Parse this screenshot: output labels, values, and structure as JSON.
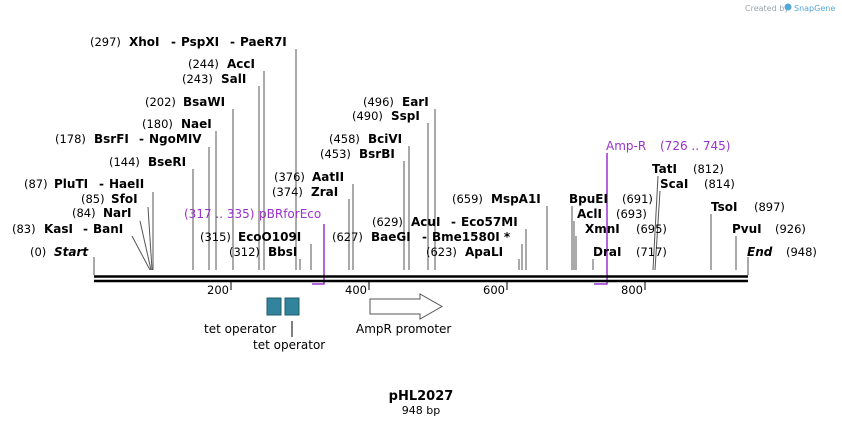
{
  "plasmid": {
    "name": "pHL2027",
    "size": "948 bp"
  },
  "credit": {
    "prefix": "Created by",
    "brand": "SnapGene"
  },
  "sites": [
    {
      "pos": "(297)",
      "name": "XhoI"
    },
    {
      "pos": "",
      "name": "PspXI"
    },
    {
      "pos": "",
      "name": "PaeR7I"
    },
    {
      "pos": "(244)",
      "name": "AccI"
    },
    {
      "pos": "(243)",
      "name": "SalI"
    },
    {
      "pos": "(202)",
      "name": "BsaWI"
    },
    {
      "pos": "(180)",
      "name": "NaeI"
    },
    {
      "pos": "(178)",
      "name": "BsrFI"
    },
    {
      "pos": "",
      "name": "NgoMIV"
    },
    {
      "pos": "(144)",
      "name": "BseRI"
    },
    {
      "pos": "(87)",
      "name": "PluTI"
    },
    {
      "pos": "",
      "name": "HaeII"
    },
    {
      "pos": "(85)",
      "name": "SfoI"
    },
    {
      "pos": "(84)",
      "name": "NarI"
    },
    {
      "pos": "(83)",
      "name": "KasI"
    },
    {
      "pos": "",
      "name": "BanI"
    },
    {
      "pos": "(0)",
      "name": "Start"
    },
    {
      "pos": "(315)",
      "name": "EcoO109I"
    },
    {
      "pos": "(312)",
      "name": "BbsI"
    },
    {
      "pos": "(376)",
      "name": "AatII"
    },
    {
      "pos": "(374)",
      "name": "ZraI"
    },
    {
      "pos": "(496)",
      "name": "EarI"
    },
    {
      "pos": "(490)",
      "name": "SspI"
    },
    {
      "pos": "(458)",
      "name": "BciVI"
    },
    {
      "pos": "(453)",
      "name": "BsrBI"
    },
    {
      "pos": "(629)",
      "name": "AcuI"
    },
    {
      "pos": "",
      "name": "Eco57MI"
    },
    {
      "pos": "(627)",
      "name": "BaeGI"
    },
    {
      "pos": "",
      "name": "Bme1580I *"
    },
    {
      "pos": "(623)",
      "name": "ApaLI"
    },
    {
      "pos": "(659)",
      "name": "MspA1I"
    },
    {
      "pos": "",
      "name": "BpuEI"
    },
    {
      "pos": "(691)",
      "name": ""
    },
    {
      "pos": "",
      "name": "AclI"
    },
    {
      "pos": "(693)",
      "name": ""
    },
    {
      "pos": "",
      "name": "XmnI"
    },
    {
      "pos": "(695)",
      "name": ""
    },
    {
      "pos": "",
      "name": "DraI"
    },
    {
      "pos": "(717)",
      "name": ""
    },
    {
      "pos": "",
      "name": "TatI"
    },
    {
      "pos": "(812)",
      "name": ""
    },
    {
      "pos": "",
      "name": "ScaI"
    },
    {
      "pos": "(814)",
      "name": ""
    },
    {
      "pos": "",
      "name": "TsoI"
    },
    {
      "pos": "(897)",
      "name": ""
    },
    {
      "pos": "",
      "name": "PvuI"
    },
    {
      "pos": "(926)",
      "name": ""
    },
    {
      "pos": "",
      "name": "End"
    },
    {
      "pos": "(948)",
      "name": ""
    }
  ],
  "primers": [
    {
      "range": "(317 .. 335)",
      "name": "pBRforEco",
      "color": "#9a32cd"
    },
    {
      "range": "(726 .. 745)",
      "name": "Amp-R",
      "color": "#9a32cd"
    }
  ],
  "ruler": [
    "200",
    "400",
    "600",
    "800"
  ],
  "features": [
    {
      "name": "tet operator",
      "color": "#31849b"
    },
    {
      "name": "tet operator",
      "color": "#31849b"
    },
    {
      "name": "AmpR promoter",
      "color": "#ffffff"
    }
  ]
}
